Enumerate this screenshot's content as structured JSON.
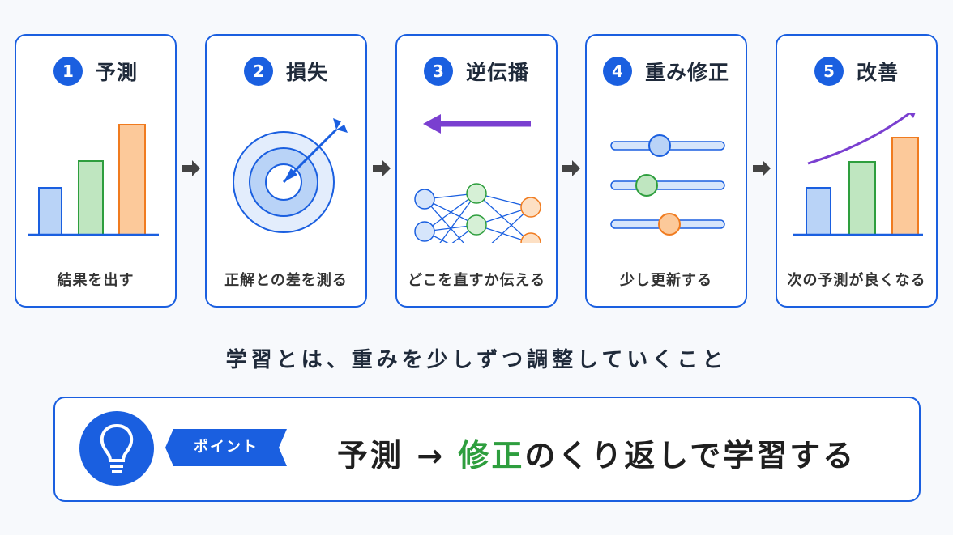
{
  "steps": [
    {
      "number": "1",
      "title": "予測",
      "caption": "結果を出す",
      "icon": "bar-chart-icon"
    },
    {
      "number": "2",
      "title": "損失",
      "caption": "正解との差を測る",
      "icon": "target-icon"
    },
    {
      "number": "3",
      "title": "逆伝播",
      "caption": "どこを直すか伝える",
      "icon": "neural-network-icon"
    },
    {
      "number": "4",
      "title": "重み修正",
      "caption": "少し更新する",
      "icon": "sliders-icon"
    },
    {
      "number": "5",
      "title": "改善",
      "caption": "次の予測が良くなる",
      "icon": "rising-bar-chart-icon"
    }
  ],
  "summary": "学習とは、重みを少しずつ調整していくこと",
  "point": {
    "tag": "ポイント",
    "icon": "lightbulb-icon",
    "text_a": "予測",
    "arrow": "→",
    "text_b": "修正",
    "text_c": "のくり返しで学習する"
  },
  "colors": {
    "primary": "#1a5fe0",
    "bar_blue": "#b9d3f7",
    "bar_green": "#bfe6c0",
    "bar_orange": "#fcc99a",
    "purple": "#7a3fd0",
    "accent_green": "#2e9e3e"
  }
}
